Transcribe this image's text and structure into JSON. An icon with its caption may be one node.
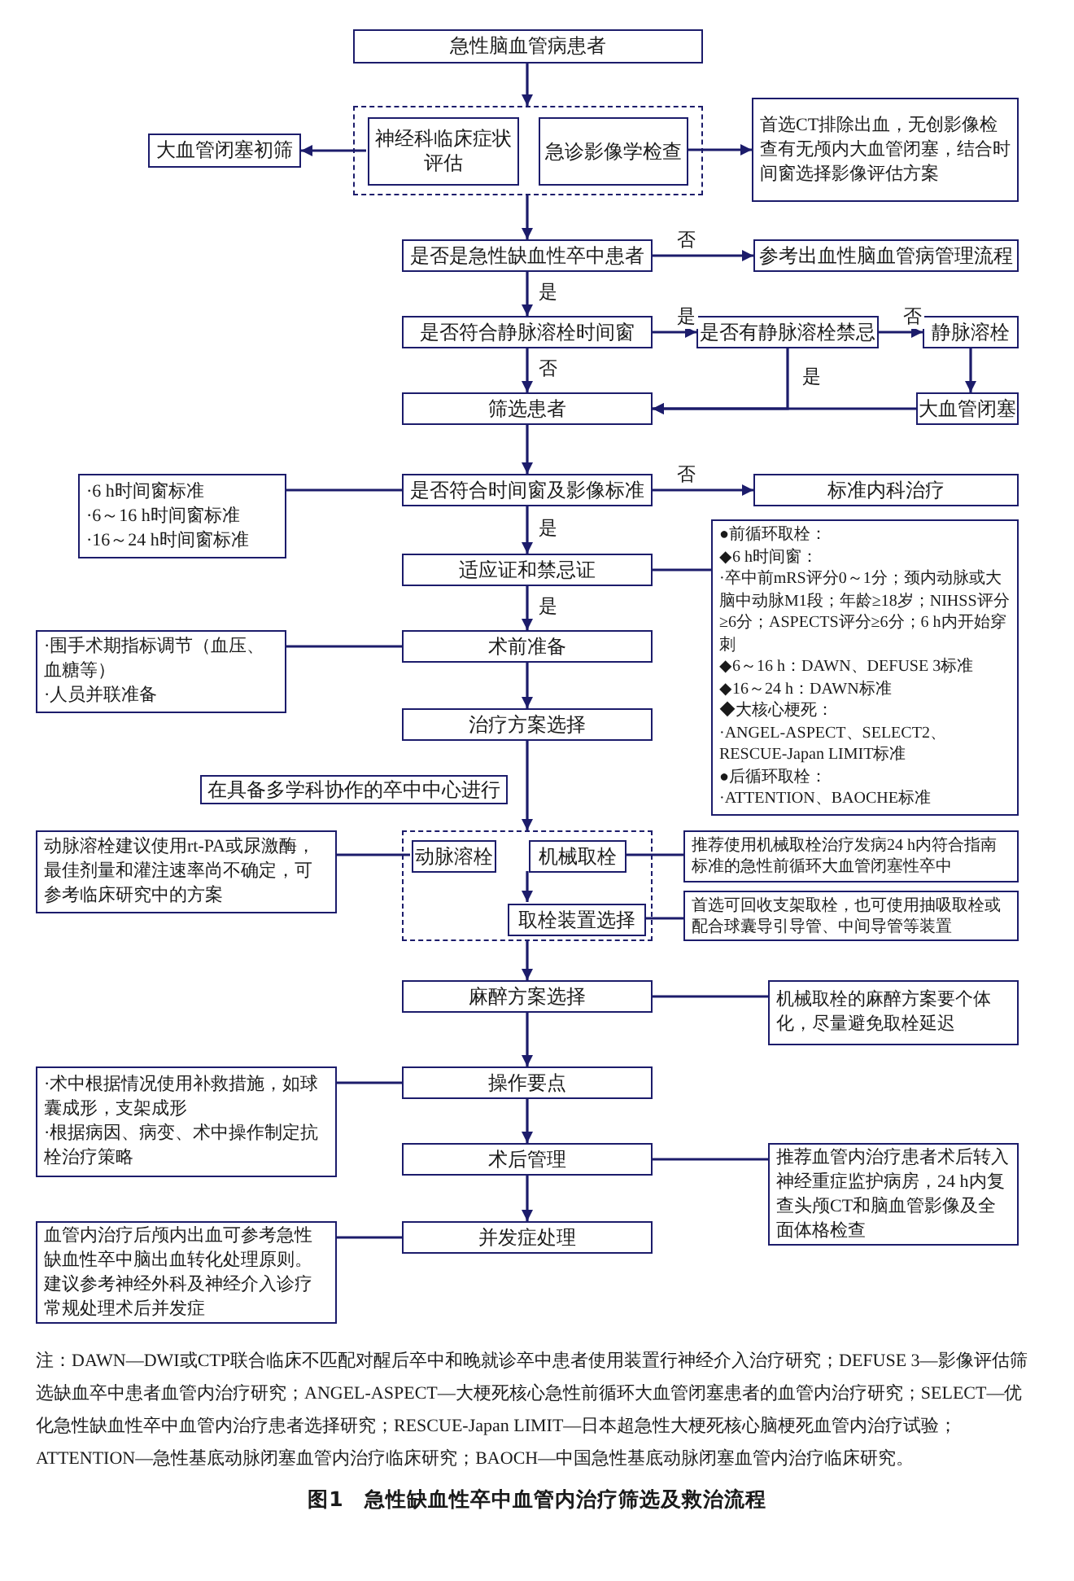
{
  "diagram": {
    "caption": "图1　急性缺血性卒中血管内治疗筛选及救治流程",
    "nodes": [
      {
        "text": [
          "急性脑血管病患者"
        ]
      },
      {
        "text": [],
        "shape": "box"
      },
      {
        "text": [
          "神经科临床症状评估"
        ],
        "in": 1
      },
      {
        "text": [
          "急诊影像学检查"
        ],
        "in": 1
      },
      {
        "text": [
          "大血管闭塞初筛"
        ]
      },
      {
        "text": [
          "首选CT排除出血，无创影像检查有无颅内大血管闭塞，结合时间窗选择影像评估方案"
        ]
      },
      {
        "text": [
          "是否是急性缺血性卒中患者"
        ]
      },
      {
        "text": [
          "参考出血性脑血管病管理流程"
        ]
      },
      {
        "text": [
          "是否符合静脉溶栓时间窗"
        ]
      },
      {
        "text": [
          "是否有静脉溶栓禁忌"
        ]
      },
      {
        "text": [
          "静脉溶栓"
        ]
      },
      {
        "text": [
          "筛选患者"
        ]
      },
      {
        "text": [
          "大血管闭塞"
        ]
      },
      {
        "text": [
          "是否符合时间窗及影像标准"
        ]
      },
      {
        "text": [
          "·6 h时间窗标准",
          "·6～16 h时间窗标准",
          "·16～24 h时间窗标准"
        ]
      },
      {
        "text": [
          "标准内科治疗"
        ]
      },
      {
        "text": [
          "适应证和禁忌证"
        ]
      },
      {
        "text": [
          "●前循环取栓：",
          "◆6 h时间窗：",
          "·卒中前mRS评分0～1分；颈内动脉或大脑中动脉M1段；年龄≥18岁；NIHSS评分≥6分；ASPECTS评分≥6分；6 h内开始穿刺",
          "◆6～16 h：DAWN、DEFUSE 3标准",
          "◆16～24 h：DAWN标准",
          "◆大核心梗死：",
          "·ANGEL-ASPECT、SELECT2、RESCUE-Japan LIMIT标准",
          "●后循环取栓：",
          "·ATTENTION、BAOCHE标准"
        ]
      },
      {
        "text": [
          "术前准备"
        ]
      },
      {
        "text": [
          "·围手术期指标调节（血压、血糖等）",
          "·人员并联准备"
        ]
      },
      {
        "text": [
          "治疗方案选择"
        ]
      },
      {
        "text": [
          "在具备多学科协作的卒中中心进行"
        ]
      },
      {
        "text": [],
        "shape": "box"
      },
      {
        "text": [
          "动脉溶栓"
        ],
        "in": 22
      },
      {
        "text": [
          "机械取栓"
        ],
        "in": 22
      },
      {
        "text": [
          "取栓装置选择"
        ],
        "in": 22
      },
      {
        "text": [
          "动脉溶栓建议使用rt-PA或尿激酶，最佳剂量和灌注速率尚不确定，可参考临床研究中的方案"
        ]
      },
      {
        "text": [
          "推荐使用机械取栓治疗发病24 h内符合指南标准的急性前循环大血管闭塞性卒中"
        ]
      },
      {
        "text": [
          "首选可回收支架取栓，也可使用抽吸取栓或配合球囊导引导管、中间导管等装置"
        ]
      },
      {
        "text": [
          "麻醉方案选择"
        ]
      },
      {
        "text": [
          "机械取栓的麻醉方案要个体化，尽量避免取栓延迟"
        ]
      },
      {
        "text": [
          "操作要点"
        ]
      },
      {
        "text": [
          "·术中根据情况使用补救措施，如球囊成形，支架成形",
          "·根据病因、病变、术中操作制定抗栓治疗策略"
        ]
      },
      {
        "text": [
          "术后管理"
        ]
      },
      {
        "text": [
          "推荐血管内治疗患者术后转入神经重症监护病房，24 h内复查头颅CT和脑血管影像及全面体格检查"
        ]
      },
      {
        "text": [
          "并发症处理"
        ]
      },
      {
        "text": [
          "血管内治疗后颅内出血可参考急性缺血性卒中脑出血转化处理原则。建议参考神经外科及神经介入诊疗常规处理术后并发症"
        ]
      }
    ],
    "edges": [
      {
        "from": 0,
        "to": 1,
        "arrow": "to"
      },
      {
        "from": 2,
        "to": 4,
        "arrow": "to"
      },
      {
        "from": 3,
        "to": 5,
        "arrow": "to"
      },
      {
        "from": 1,
        "to": 6,
        "arrow": "to"
      },
      {
        "from": 6,
        "to": 7,
        "arrow": "to",
        "label": "否"
      },
      {
        "from": 6,
        "to": 8,
        "arrow": "to",
        "label": "是"
      },
      {
        "from": 8,
        "to": 9,
        "arrow": "to",
        "label": "是"
      },
      {
        "from": 9,
        "to": 10,
        "arrow": "to",
        "label": "否"
      },
      {
        "from": 8,
        "to": 11,
        "arrow": "to",
        "label": "否"
      },
      {
        "from": 9,
        "to": 11,
        "arrow": "to",
        "label": "是"
      },
      {
        "from": 10,
        "to": 12,
        "arrow": "to"
      },
      {
        "from": 12,
        "to": 11,
        "arrow": "to"
      },
      {
        "from": 11,
        "to": 13,
        "arrow": "to"
      },
      {
        "from": 13,
        "to": 15,
        "arrow": "to",
        "label": "否"
      },
      {
        "from": 13,
        "to": 16,
        "arrow": "to",
        "label": "是"
      },
      {
        "from": 14,
        "to": 13,
        "arrow": "none"
      },
      {
        "from": 16,
        "to": 18,
        "arrow": "to",
        "label": "是"
      },
      {
        "from": 16,
        "to": 17,
        "arrow": "none"
      },
      {
        "from": 19,
        "to": 18,
        "arrow": "none"
      },
      {
        "from": 18,
        "to": 20,
        "arrow": "to"
      },
      {
        "from": 20,
        "to": 22,
        "arrow": "to"
      },
      {
        "from": 26,
        "to": 23,
        "arrow": "none"
      },
      {
        "from": 24,
        "to": 25,
        "arrow": "to"
      },
      {
        "from": 24,
        "to": 27,
        "arrow": "none"
      },
      {
        "from": 25,
        "to": 28,
        "arrow": "none"
      },
      {
        "from": 22,
        "to": 29,
        "arrow": "to"
      },
      {
        "from": 29,
        "to": 30,
        "arrow": "none"
      },
      {
        "from": 29,
        "to": 31,
        "arrow": "to"
      },
      {
        "from": 32,
        "to": 31,
        "arrow": "none"
      },
      {
        "from": 31,
        "to": 33,
        "arrow": "to"
      },
      {
        "from": 33,
        "to": 34,
        "arrow": "none"
      },
      {
        "from": 33,
        "to": 35,
        "arrow": "to"
      },
      {
        "from": 36,
        "to": 35,
        "arrow": "none"
      }
    ],
    "labels": [
      "注：DAWN—DWI或CTP联合临床不匹配对醒后卒中和晚就诊卒中患者使用装置行神经介入治疗研究；DEFUSE 3—影像评估筛选缺血卒中患者血管内治疗研究；ANGEL-ASPECT—大梗死核心急性前循环大血管闭塞患者的血管内治疗研究；SELECT—优化急性缺血性卒中血管内治疗患者选择研究；RESCUE-Japan LIMIT—日本超急性大梗死核心脑梗死血管内治疗试验；ATTENTION—急性基底动脉闭塞血管内治疗临床研究；BAOCH—中国急性基底动脉闭塞血管内治疗临床研究。"
    ]
  }
}
